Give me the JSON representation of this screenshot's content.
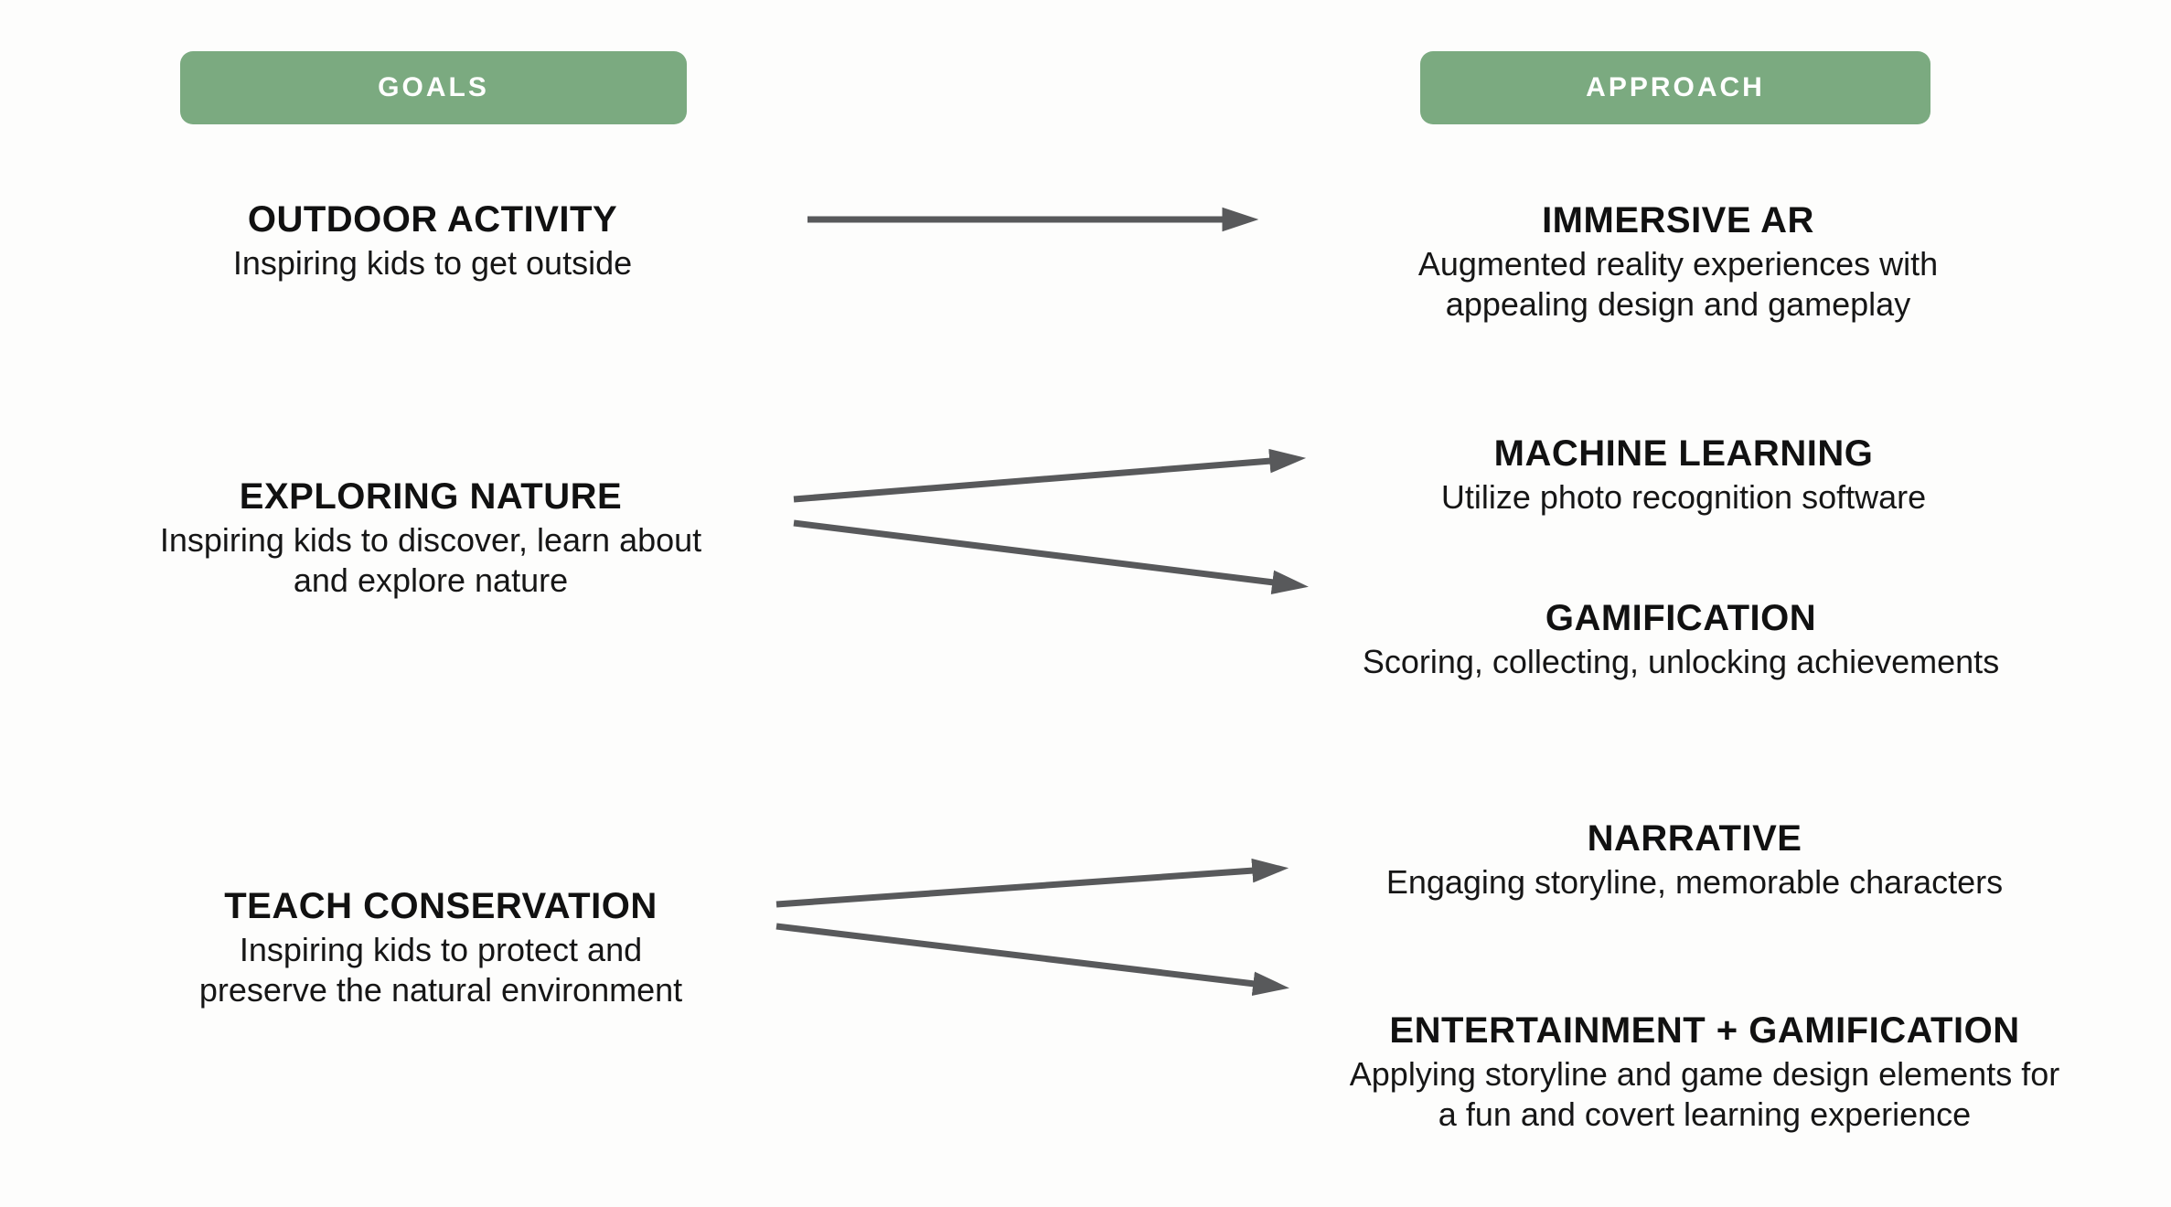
{
  "colors": {
    "badge_green": "#7baa80",
    "arrow_gray": "#58595b",
    "text_black": "#111111",
    "background": "#fdfdfc"
  },
  "columns": {
    "goals_label": "GOALS",
    "approach_label": "APPROACH"
  },
  "goals": [
    {
      "title": "OUTDOOR ACTIVITY",
      "description": "Inspiring kids to get outside"
    },
    {
      "title": "EXPLORING NATURE",
      "description": "Inspiring kids to discover, learn about and explore nature"
    },
    {
      "title": "TEACH CONSERVATION",
      "description": "Inspiring kids to protect and preserve the natural environment"
    }
  ],
  "approaches": [
    {
      "title": "IMMERSIVE AR",
      "description": "Augmented reality experiences with appealing design and gameplay"
    },
    {
      "title": "MACHINE LEARNING",
      "description": "Utilize photo recognition software"
    },
    {
      "title": "GAMIFICATION",
      "description": "Scoring, collecting, unlocking achievements"
    },
    {
      "title": "NARRATIVE",
      "description": "Engaging storyline, memorable characters"
    },
    {
      "title": "ENTERTAINMENT + GAMIFICATION",
      "description": "Applying storyline and game design elements for a fun and covert learning experience"
    }
  ],
  "connections": [
    {
      "from": "OUTDOOR ACTIVITY",
      "to": "IMMERSIVE AR"
    },
    {
      "from": "EXPLORING NATURE",
      "to": "MACHINE LEARNING"
    },
    {
      "from": "EXPLORING NATURE",
      "to": "GAMIFICATION"
    },
    {
      "from": "TEACH CONSERVATION",
      "to": "NARRATIVE"
    },
    {
      "from": "TEACH CONSERVATION",
      "to": "ENTERTAINMENT + GAMIFICATION"
    }
  ]
}
